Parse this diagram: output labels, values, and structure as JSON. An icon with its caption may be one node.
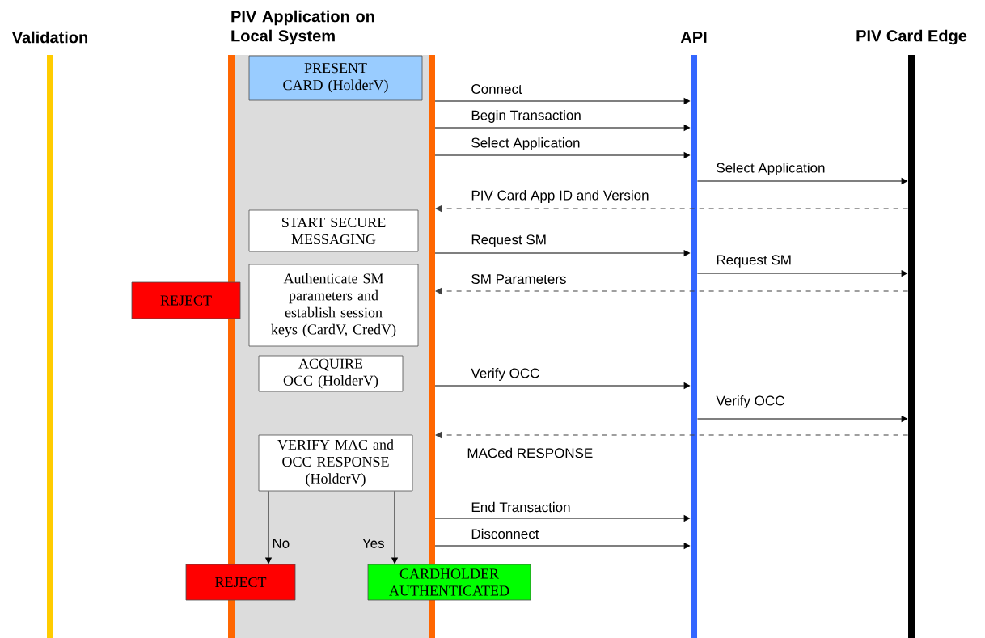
{
  "diagram": {
    "nodes": [
      {
        "text": [
          "Validation"
        ]
      },
      {
        "text": [
          "PIV Application on Local System"
        ]
      },
      {
        "text": [
          "API"
        ]
      },
      {
        "text": [
          "PIV Card Edge"
        ]
      },
      {
        "text": [
          "PRESENT CARD (HolderV)"
        ],
        "in": 1
      },
      {
        "text": [
          "START SECURE MESSAGING"
        ],
        "in": 1
      },
      {
        "text": [
          "Authenticate SM parameters and establish session keys (CardV, CredV)"
        ],
        "in": 1
      },
      {
        "text": [
          "REJECT"
        ]
      },
      {
        "text": [
          "ACQUIRE OCC (HolderV)"
        ],
        "in": 1
      },
      {
        "text": [
          "VERIFY MAC and OCC RESPONSE (HolderV)"
        ],
        "in": 1
      },
      {
        "text": [
          "REJECT"
        ]
      },
      {
        "text": [
          "CARDHOLDER AUTHENTICATED"
        ]
      }
    ],
    "edges": [
      {
        "from": 1,
        "to": 2,
        "arrow": "to",
        "label": "Connect"
      },
      {
        "from": 1,
        "to": 2,
        "arrow": "to",
        "label": "Begin Transaction"
      },
      {
        "from": 1,
        "to": 2,
        "arrow": "to",
        "label": "Select Application"
      },
      {
        "from": 2,
        "to": 3,
        "arrow": "to",
        "label": "Select Application"
      },
      {
        "from": 3,
        "to": 1,
        "arrow": "to",
        "label": "PIV Card App ID and Version",
        "style": "dashed"
      },
      {
        "from": 1,
        "to": 2,
        "arrow": "to",
        "label": "Request SM"
      },
      {
        "from": 2,
        "to": 3,
        "arrow": "to",
        "label": "Request SM"
      },
      {
        "from": 3,
        "to": 1,
        "arrow": "to",
        "label": "SM Parameters",
        "style": "dashed"
      },
      {
        "from": 1,
        "to": 2,
        "arrow": "to",
        "label": "Verify OCC"
      },
      {
        "from": 2,
        "to": 3,
        "arrow": "to",
        "label": "Verify OCC"
      },
      {
        "from": 3,
        "to": 1,
        "arrow": "to",
        "label": "MACed RESPONSE",
        "style": "dashed"
      },
      {
        "from": 1,
        "to": 2,
        "arrow": "to",
        "label": "End Transaction"
      },
      {
        "from": 1,
        "to": 2,
        "arrow": "to",
        "label": "Disconnect"
      },
      {
        "from": 9,
        "to": 10,
        "arrow": "to",
        "label": "No"
      },
      {
        "from": 9,
        "to": 11,
        "arrow": "to",
        "label": "Yes"
      }
    ]
  }
}
